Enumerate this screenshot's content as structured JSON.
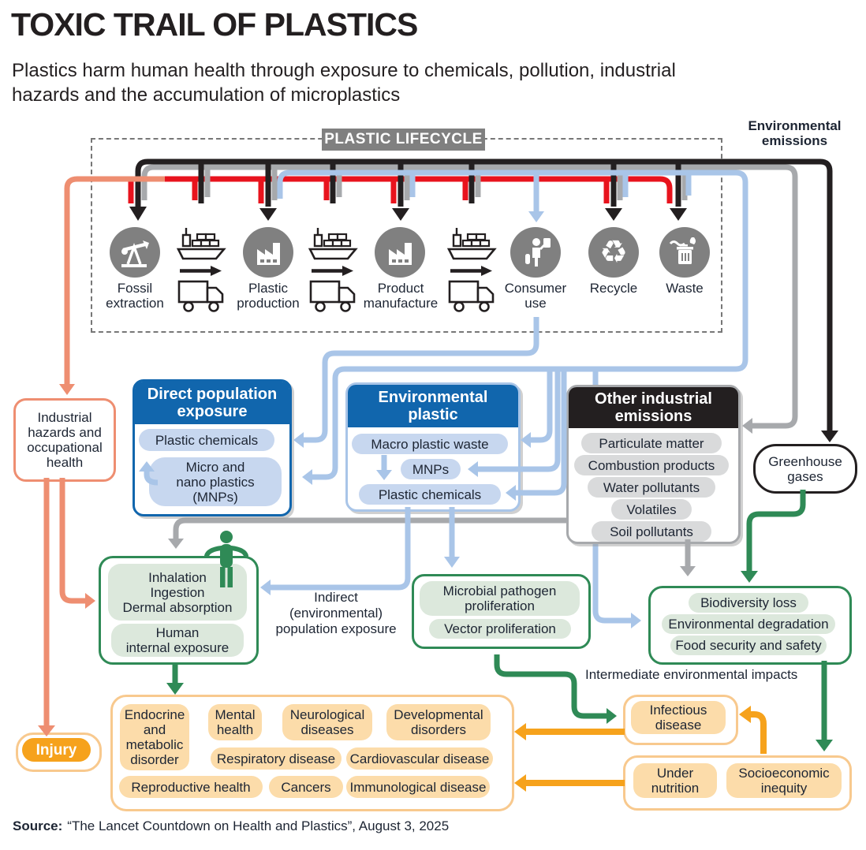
{
  "title": "TOXIC TRAIL OF PLASTICS",
  "subtitle": "Plastics harm human health through exposure to chemicals, pollution, industrial\nhazards and the accumulation of microplastics",
  "lifecycle": {
    "label": "PLASTIC LIFECYCLE",
    "environmental_emissions_label": "Environmental\nemissions",
    "stages": [
      {
        "label": "Fossil\nextraction",
        "icon": "oil-pump"
      },
      {
        "label": "Plastic\nproduction",
        "icon": "factory"
      },
      {
        "label": "Product\nmanufacture",
        "icon": "factory"
      },
      {
        "label": "Consumer\nuse",
        "icon": "consumer"
      },
      {
        "label": "Recycle",
        "icon": "recycle"
      },
      {
        "label": "Waste",
        "icon": "waste"
      }
    ],
    "transport_icons": [
      "ship",
      "truck"
    ]
  },
  "exposure_boxes": {
    "direct": {
      "title": "Direct population\nexposure",
      "items": [
        "Plastic chemicals",
        "Micro and\nnano plastics\n(MNPs)"
      ]
    },
    "environmental": {
      "title": "Environmental\nplastic",
      "items": [
        "Macro plastic waste",
        "MNPs",
        "Plastic chemicals"
      ]
    },
    "other_industrial": {
      "title": "Other industrial\nemissions",
      "items": [
        "Particulate matter",
        "Combustion products",
        "Water pollutants",
        "Volatiles",
        "Soil pollutants"
      ]
    }
  },
  "side_boxes": {
    "industrial_hazards": "Industrial\nhazards and\noccupational\nhealth",
    "greenhouse_gases": "Greenhouse\ngases"
  },
  "mid_boxes": {
    "human_exposure": {
      "items": [
        "Inhalation\nIngestion\nDermal absorption",
        "Human\ninternal exposure"
      ]
    },
    "indirect_label": "Indirect\n(environmental)\npopulation exposure",
    "pathogens": {
      "items": [
        "Microbial pathogen\nproliferation",
        "Vector proliferation"
      ]
    },
    "environment": {
      "items": [
        "Biodiversity loss",
        "Environmental degradation",
        "Food security and safety"
      ]
    },
    "intermediate_label": "Intermediate environmental impacts"
  },
  "outcomes": {
    "diseases": [
      "Endocrine\nand\nmetabolic\ndisorder",
      "Mental\nhealth",
      "Neurological\ndiseases",
      "Developmental\ndisorders",
      "Respiratory disease",
      "Cardiovascular disease",
      "Reproductive health",
      "Cancers",
      "Immunological disease"
    ],
    "infectious": "Infectious\ndisease",
    "social": [
      "Under\nnutrition",
      "Socioeconomic\ninequity"
    ],
    "injury": "Injury"
  },
  "source": {
    "prefix": "Source:",
    "text": "“The Lancet Countdown on Health and Plastics”, August 3, 2025"
  },
  "colors": {
    "red": "#e8131d",
    "black": "#231f20",
    "gray": "#a7a9ac",
    "light_blue": "#a9c5e8",
    "blue_header": "#1166ad",
    "light_blue_pill": "#c7d7ef",
    "coral": "#ee8e71",
    "green": "#2f8a56",
    "light_green_pill": "#dce8dc",
    "orange": "#f6a21c",
    "light_orange_pill": "#fcdcaa",
    "gray_pill": "#d9dadb"
  }
}
